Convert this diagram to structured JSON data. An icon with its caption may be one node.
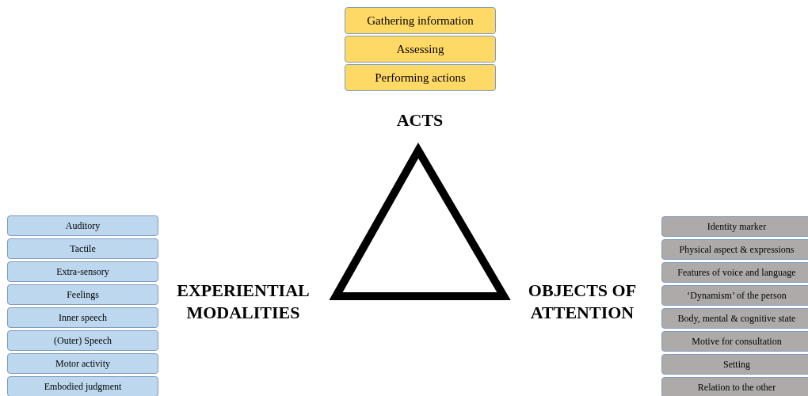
{
  "diagram": {
    "nodes": [
      {
        "text": [
          "Gathering information"
        ]
      },
      {
        "text": [
          "Assessing"
        ]
      },
      {
        "text": [
          "Performing actions"
        ]
      },
      {
        "text": [
          "Auditory"
        ]
      },
      {
        "text": [
          "Tactile"
        ]
      },
      {
        "text": [
          "Extra-sensory"
        ]
      },
      {
        "text": [
          "Feelings"
        ]
      },
      {
        "text": [
          "Inner speech"
        ]
      },
      {
        "text": [
          "(Outer) Speech"
        ]
      },
      {
        "text": [
          "Motor activity"
        ]
      },
      {
        "text": [
          "Embodied judgment"
        ]
      },
      {
        "text": [
          "Identity marker"
        ]
      },
      {
        "text": [
          "Physical aspect & expressions"
        ]
      },
      {
        "text": [
          "Features of voice and language"
        ]
      },
      {
        "text": [
          "‘Dynamism’ of the person"
        ]
      },
      {
        "text": [
          "Body, mental & cognitive state"
        ]
      },
      {
        "text": [
          "Motive for consultation"
        ]
      },
      {
        "text": [
          "Setting"
        ]
      },
      {
        "text": [
          "Relation to the other"
        ]
      }
    ],
    "edges": [],
    "labels": [
      "ACTS",
      "EXPERIENTIAL MODALITIES",
      "OBJECTS OF ATTENTION"
    ]
  }
}
